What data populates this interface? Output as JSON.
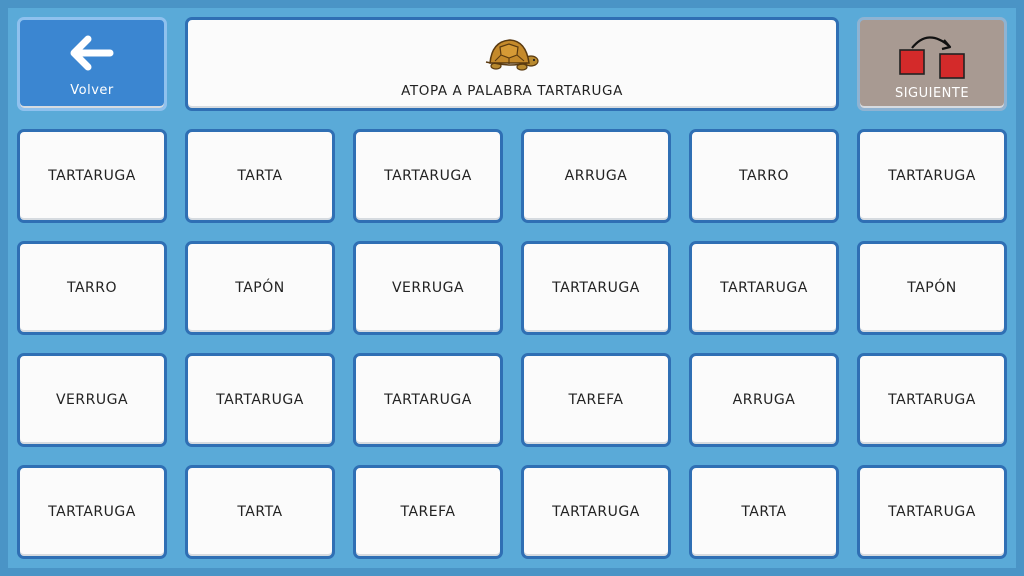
{
  "toolbar": {
    "back_label": "Volver",
    "title": "ATOPA A PALABRA TARTARUGA",
    "next_label": "SIGUIENTE"
  },
  "icons": {
    "back": "left-arrow-icon",
    "title": "turtle-icon",
    "next": "squares-swap-icon"
  },
  "colors": {
    "background": "#5aaad8",
    "tile_border": "#2f6fb4",
    "back_button": "#3b86d1",
    "next_button": "#a89a92",
    "square_red": "#d42a2a"
  },
  "grid": [
    [
      "TARTARUGA",
      "TARTA",
      "TARTARUGA",
      "ARRUGA",
      "TARRO",
      "TARTARUGA"
    ],
    [
      "TARRO",
      "TAPÓN",
      "VERRUGA",
      "TARTARUGA",
      "TARTARUGA",
      "TAPÓN"
    ],
    [
      "VERRUGA",
      "TARTARUGA",
      "TARTARUGA",
      "TAREFA",
      "ARRUGA",
      "TARTARUGA"
    ],
    [
      "TARTARUGA",
      "TARTA",
      "TAREFA",
      "TARTARUGA",
      "TARTA",
      "TARTARUGA"
    ]
  ]
}
